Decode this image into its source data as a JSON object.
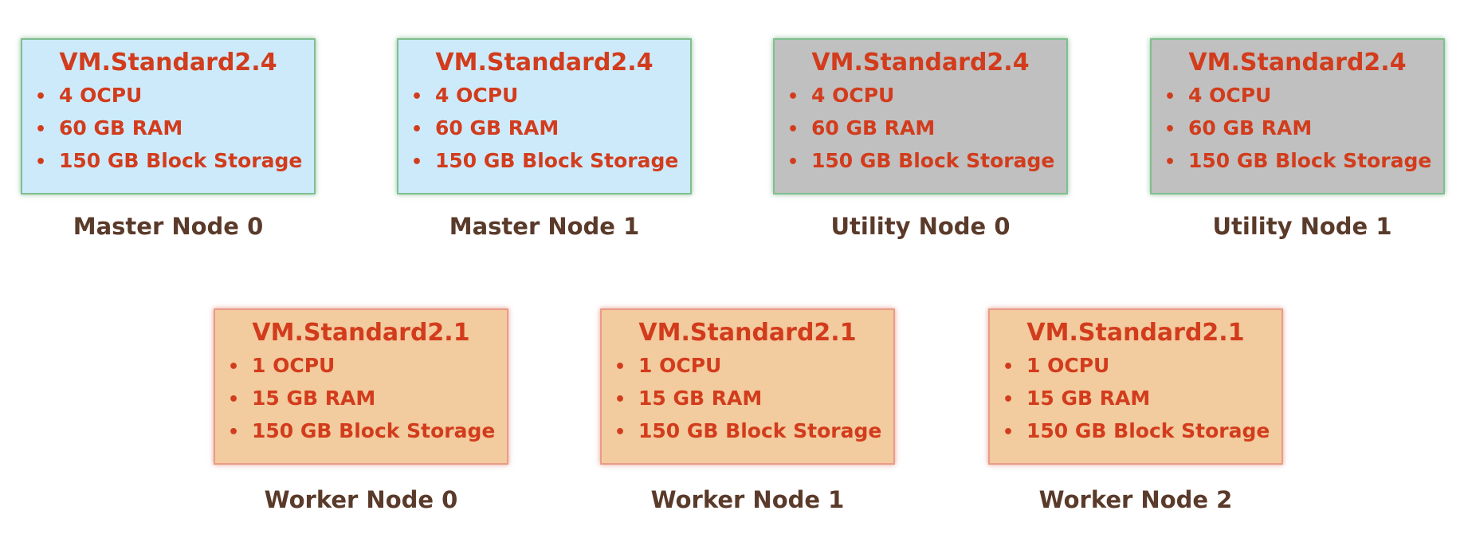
{
  "nodes_top": [
    {
      "vm": "VM.Standard2.4",
      "specs": [
        "4 OCPU",
        "60 GB RAM",
        "150 GB Block Storage"
      ],
      "label": "Master Node 0",
      "color": "#cdeafb"
    },
    {
      "vm": "VM.Standard2.4",
      "specs": [
        "4 OCPU",
        "60 GB RAM",
        "150 GB Block Storage"
      ],
      "label": "Master Node 1",
      "color": "#cdeafb"
    },
    {
      "vm": "VM.Standard2.4",
      "specs": [
        "4 OCPU",
        "60 GB RAM",
        "150 GB Block Storage"
      ],
      "label": "Utility Node 0",
      "color": "#c0c0c0"
    },
    {
      "vm": "VM.Standard2.4",
      "specs": [
        "4 OCPU",
        "60 GB RAM",
        "150 GB Block Storage"
      ],
      "label": "Utility Node 1",
      "color": "#c0c0c0"
    }
  ],
  "nodes_bottom": [
    {
      "vm": "VM.Standard2.1",
      "specs": [
        "1 OCPU",
        "15 GB RAM",
        "150 GB Block Storage"
      ],
      "label": "Worker Node 0",
      "color": "#f2cb9e"
    },
    {
      "vm": "VM.Standard2.1",
      "specs": [
        "1 OCPU",
        "15 GB RAM",
        "150 GB Block Storage"
      ],
      "label": "Worker Node 1",
      "color": "#f2cb9e"
    },
    {
      "vm": "VM.Standard2.1",
      "specs": [
        "1 OCPU",
        "15 GB RAM",
        "150 GB Block Storage"
      ],
      "label": "Worker Node 2",
      "color": "#f2cb9e"
    }
  ],
  "bullet_char": "•"
}
